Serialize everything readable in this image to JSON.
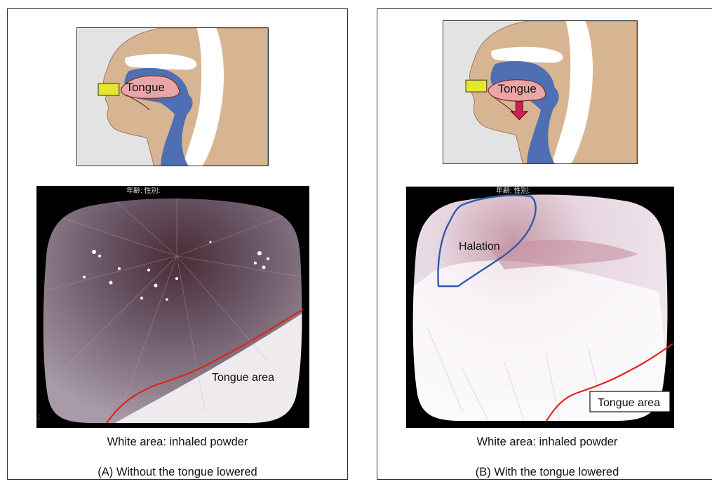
{
  "panels": [
    {
      "id": "A",
      "diagram": {
        "tongue_label": "Tongue",
        "show_arrow": false
      },
      "photo": {
        "header_text": "年齢:  性別:",
        "region_label": "Tongue area",
        "region_label_boxed": false
      },
      "white_area_caption": "White area: inhaled powder",
      "panel_caption": "(A) Without the tongue lowered"
    },
    {
      "id": "B",
      "diagram": {
        "tongue_label": "Tongue",
        "show_arrow": true
      },
      "photo": {
        "header_text": "年齢:  性別:",
        "halation_label": "Halation",
        "region_label": "Tongue area",
        "region_label_boxed": true
      },
      "white_area_caption": "White area: inhaled powder",
      "panel_caption": "(B) With the tongue lowered"
    }
  ],
  "colors": {
    "diagram_background": "#e3e3e3",
    "skin": "#d8b592",
    "airway": "#4e6fb3",
    "tongue": "#e8a7a6",
    "inhaler_mouthpiece": "#e6e62e",
    "arrow": "#d01f55",
    "tongue_area_outline": "#e0241a",
    "halation_outline": "#2f5ab0"
  }
}
